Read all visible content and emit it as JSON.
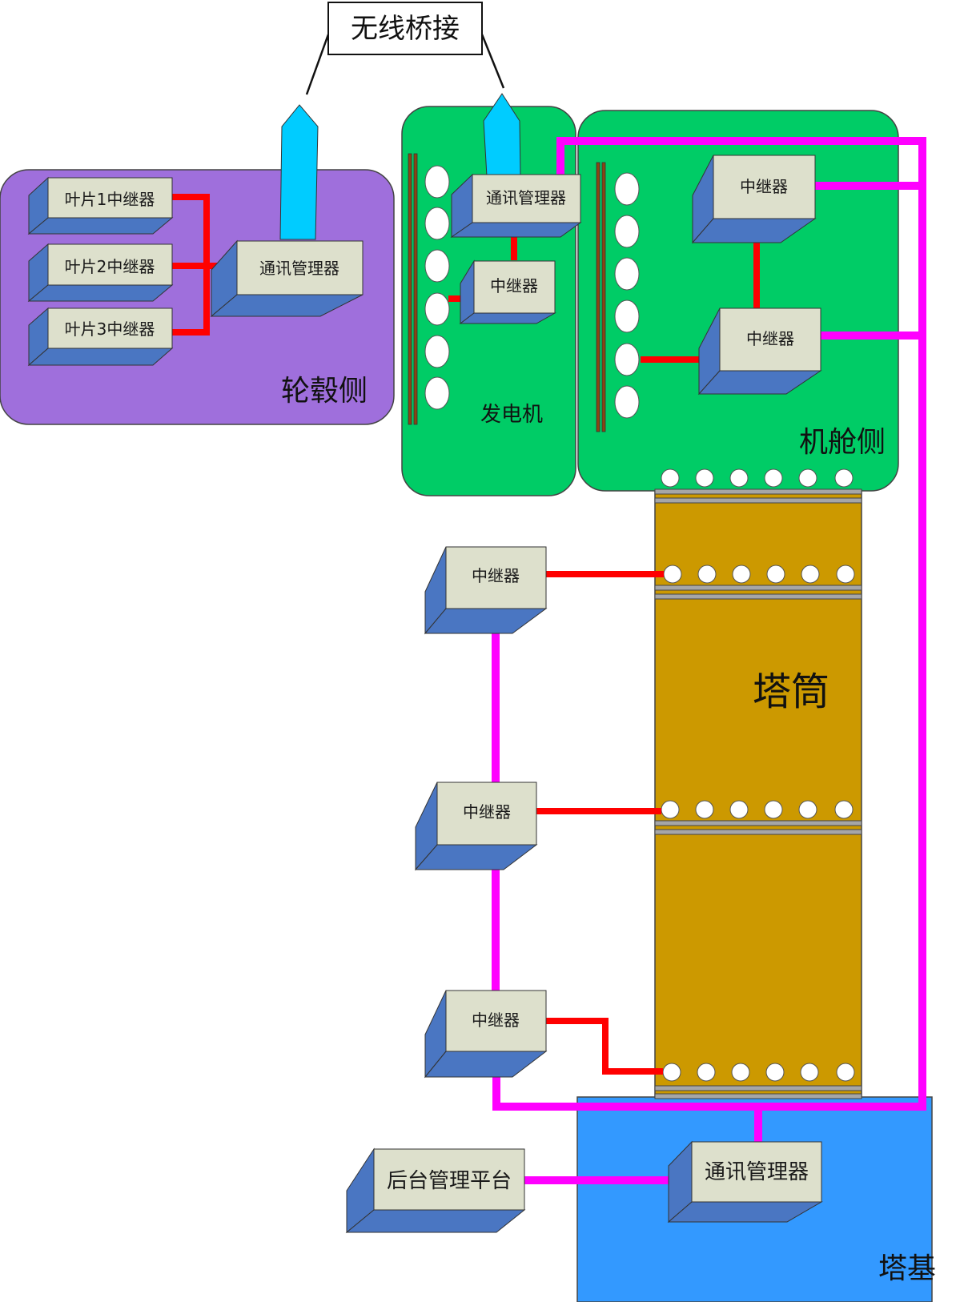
{
  "title": "无线桥接",
  "regions": {
    "hub": "轮毂侧",
    "generator": "发电机",
    "nacelle": "机舱侧",
    "tower": "塔筒",
    "base": "塔基"
  },
  "hub_boxes": {
    "blade1": "叶片1中继器",
    "blade2": "叶片2中继器",
    "blade3": "叶片3中继器",
    "comm_manager": "通讯管理器"
  },
  "generator_boxes": {
    "comm_manager": "通讯管理器",
    "repeater": "中继器"
  },
  "nacelle_boxes": {
    "repeater_top": "中继器",
    "repeater_bottom": "中继器"
  },
  "tower_boxes": {
    "repeater_1": "中继器",
    "repeater_2": "中继器",
    "repeater_3": "中继器"
  },
  "base_boxes": {
    "comm_manager": "通讯管理器",
    "backend": "后台管理平台"
  },
  "colors": {
    "hub_region": "#9f6fdc",
    "green_region": "#00cc66",
    "tower": "#cc9900",
    "base": "#3399ff",
    "box_front": "#dde0cc",
    "box_side": "#4a76c2",
    "red_link": "#ff0000",
    "magenta_link": "#ff00ff",
    "antenna": "#00ccff"
  }
}
